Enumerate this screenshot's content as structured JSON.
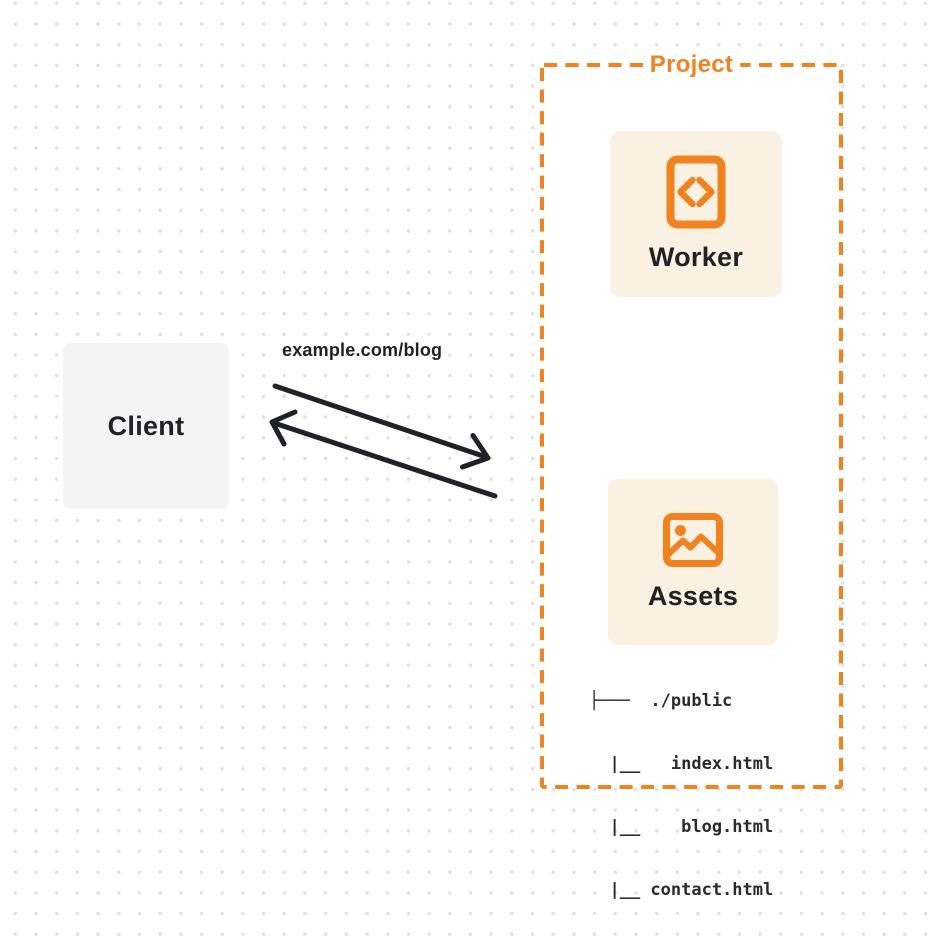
{
  "diagram": {
    "background": {
      "dot_color": "#e1e1e4"
    },
    "client": {
      "label": "Client",
      "bg_color": "#f4f4f5"
    },
    "request": {
      "url_label": "example.com/blog"
    },
    "arrows": {
      "color": "#212226"
    },
    "project": {
      "label": "Project",
      "accent_color": "#f0821f",
      "card_bg_color": "#fbf1e2",
      "worker": {
        "label": "Worker",
        "icon": "code-brackets-icon"
      },
      "assets": {
        "label": "Assets",
        "icon": "image-icon"
      },
      "file_tree": {
        "lines": [
          "├───  ./public",
          "  |__   index.html",
          "  |__    blog.html",
          "  |__ contact.html"
        ]
      }
    }
  }
}
